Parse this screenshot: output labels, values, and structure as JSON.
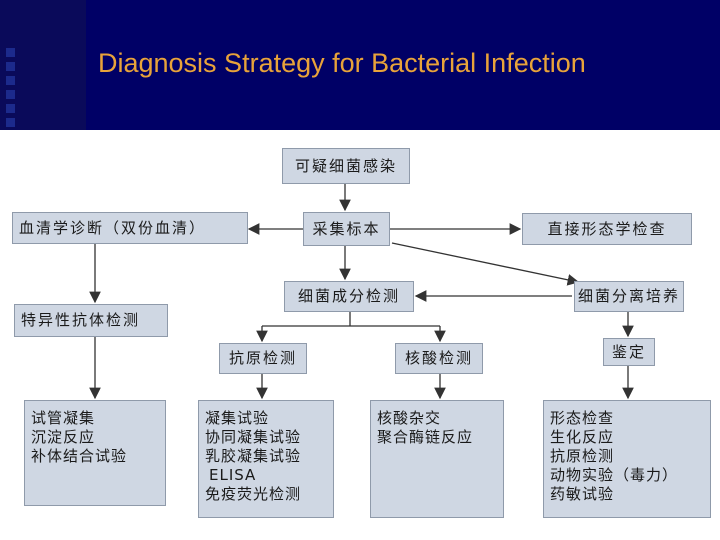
{
  "title": "Diagnosis Strategy for Bacterial Infection",
  "nodes": {
    "suspected": "可疑细菌感染",
    "collect": "采集标本",
    "serology": "血清学诊断（双份血清）",
    "morphology": "直接形态学检查",
    "specific_antibody": "特异性抗体检测",
    "component": "细菌成分检测",
    "culture": "细菌分离培养",
    "antigen": "抗原检测",
    "nucleic": "核酸检测",
    "identify": "鉴定"
  },
  "lists": {
    "antibody_methods": [
      "试管凝集",
      "沉淀反应",
      "补体结合试验"
    ],
    "antigen_methods": [
      "凝集试验",
      "协同凝集试验",
      "乳胶凝集试验",
      "ELISA",
      "免疫荧光检测"
    ],
    "nucleic_methods": [
      "核酸杂交",
      "聚合酶链反应"
    ],
    "identify_methods": [
      "形态检查",
      "生化反应",
      "抗原检测",
      "动物实验（毒力）",
      "药敏试验"
    ]
  }
}
